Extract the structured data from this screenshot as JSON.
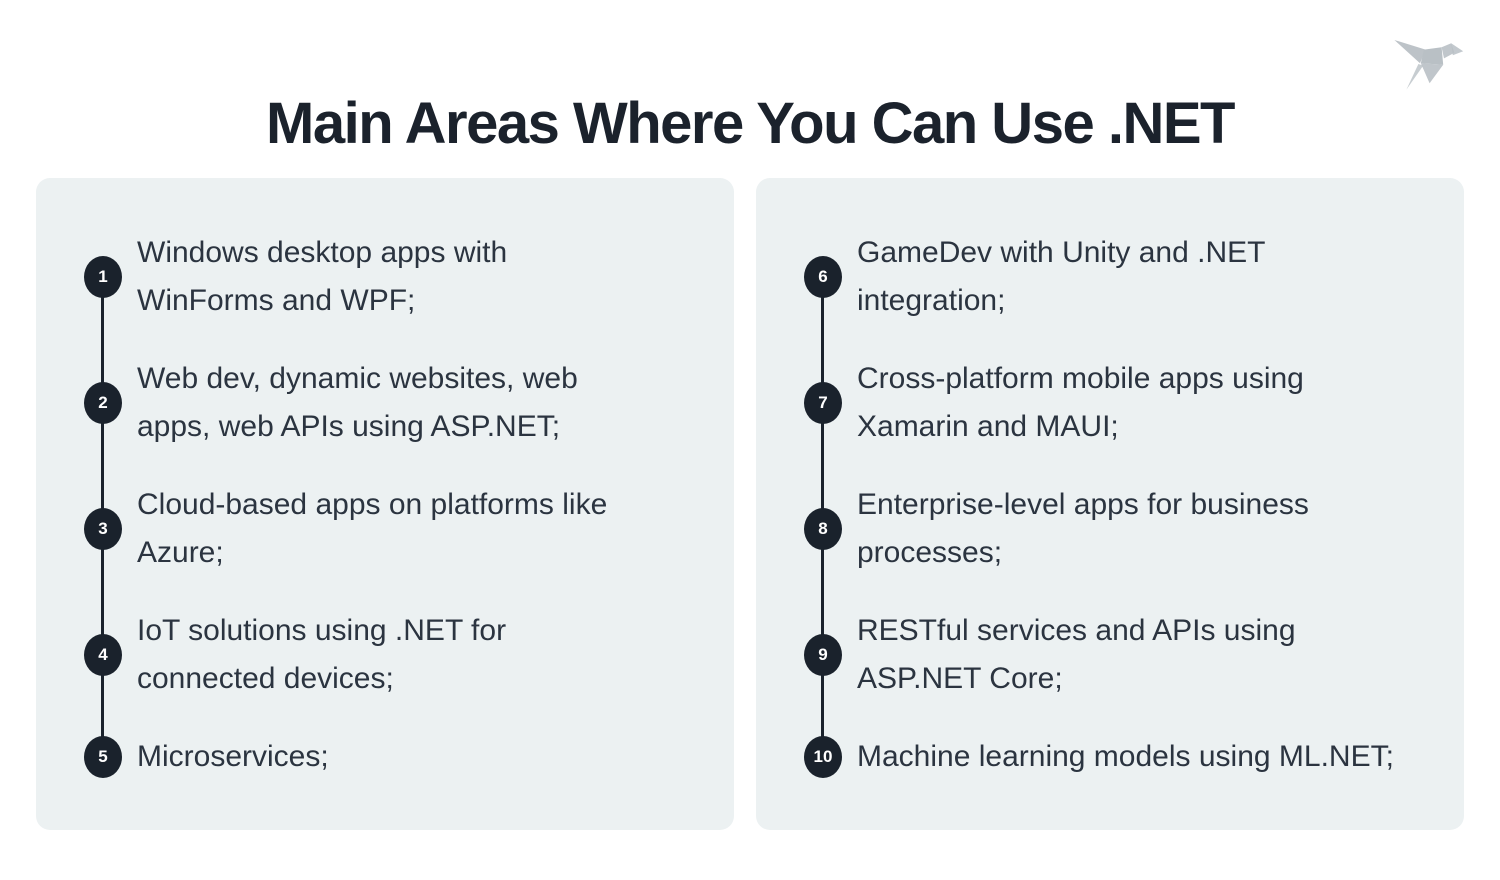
{
  "title": "Main Areas Where You Can Use .NET",
  "logo": {
    "name": "origami-bird",
    "color": "#b9c0c5"
  },
  "colors": {
    "page_bg": "#ffffff",
    "panel_bg": "#ecf1f2",
    "badge_bg": "#1a222c",
    "timeline_line": "#1a222c",
    "title_text": "#1b222c",
    "body_text": "#2b3440",
    "badge_text": "#ffffff"
  },
  "panels": [
    {
      "side": "left",
      "items": [
        {
          "number": "1",
          "lines": [
            "Windows desktop apps with",
            "WinForms and WPF;"
          ],
          "text": "Windows desktop apps with WinForms and WPF;"
        },
        {
          "number": "2",
          "lines": [
            "Web dev, dynamic websites, web",
            "apps, web APIs using ASP.NET;"
          ],
          "text": "Web dev, dynamic websites, web apps, web APIs using ASP.NET;"
        },
        {
          "number": "3",
          "lines": [
            "Cloud-based apps on platforms like",
            "Azure;"
          ],
          "text": "Cloud-based apps on platforms like Azure;"
        },
        {
          "number": "4",
          "lines": [
            "IoT solutions using .NET for",
            "connected devices;"
          ],
          "text": "IoT solutions using .NET for connected devices;"
        },
        {
          "number": "5",
          "lines": [
            "Microservices;"
          ],
          "text": "Microservices;"
        }
      ]
    },
    {
      "side": "right",
      "items": [
        {
          "number": "6",
          "lines": [
            "GameDev with Unity and .NET",
            "integration;"
          ],
          "text": "GameDev with Unity and .NET integration;"
        },
        {
          "number": "7",
          "lines": [
            "Cross-platform mobile apps using",
            "Xamarin and MAUI;"
          ],
          "text": "Cross-platform mobile apps using Xamarin and MAUI;"
        },
        {
          "number": "8",
          "lines": [
            "Enterprise-level apps for business",
            "processes;"
          ],
          "text": "Enterprise-level apps for business processes;"
        },
        {
          "number": "9",
          "lines": [
            "RESTful services and APIs using",
            "ASP.NET Core;"
          ],
          "text": "RESTful services and APIs using ASP.NET Core;"
        },
        {
          "number": "10",
          "lines": [
            "Machine learning models using ML.NET;"
          ],
          "text": "Machine learning models using ML.NET;"
        }
      ]
    }
  ]
}
